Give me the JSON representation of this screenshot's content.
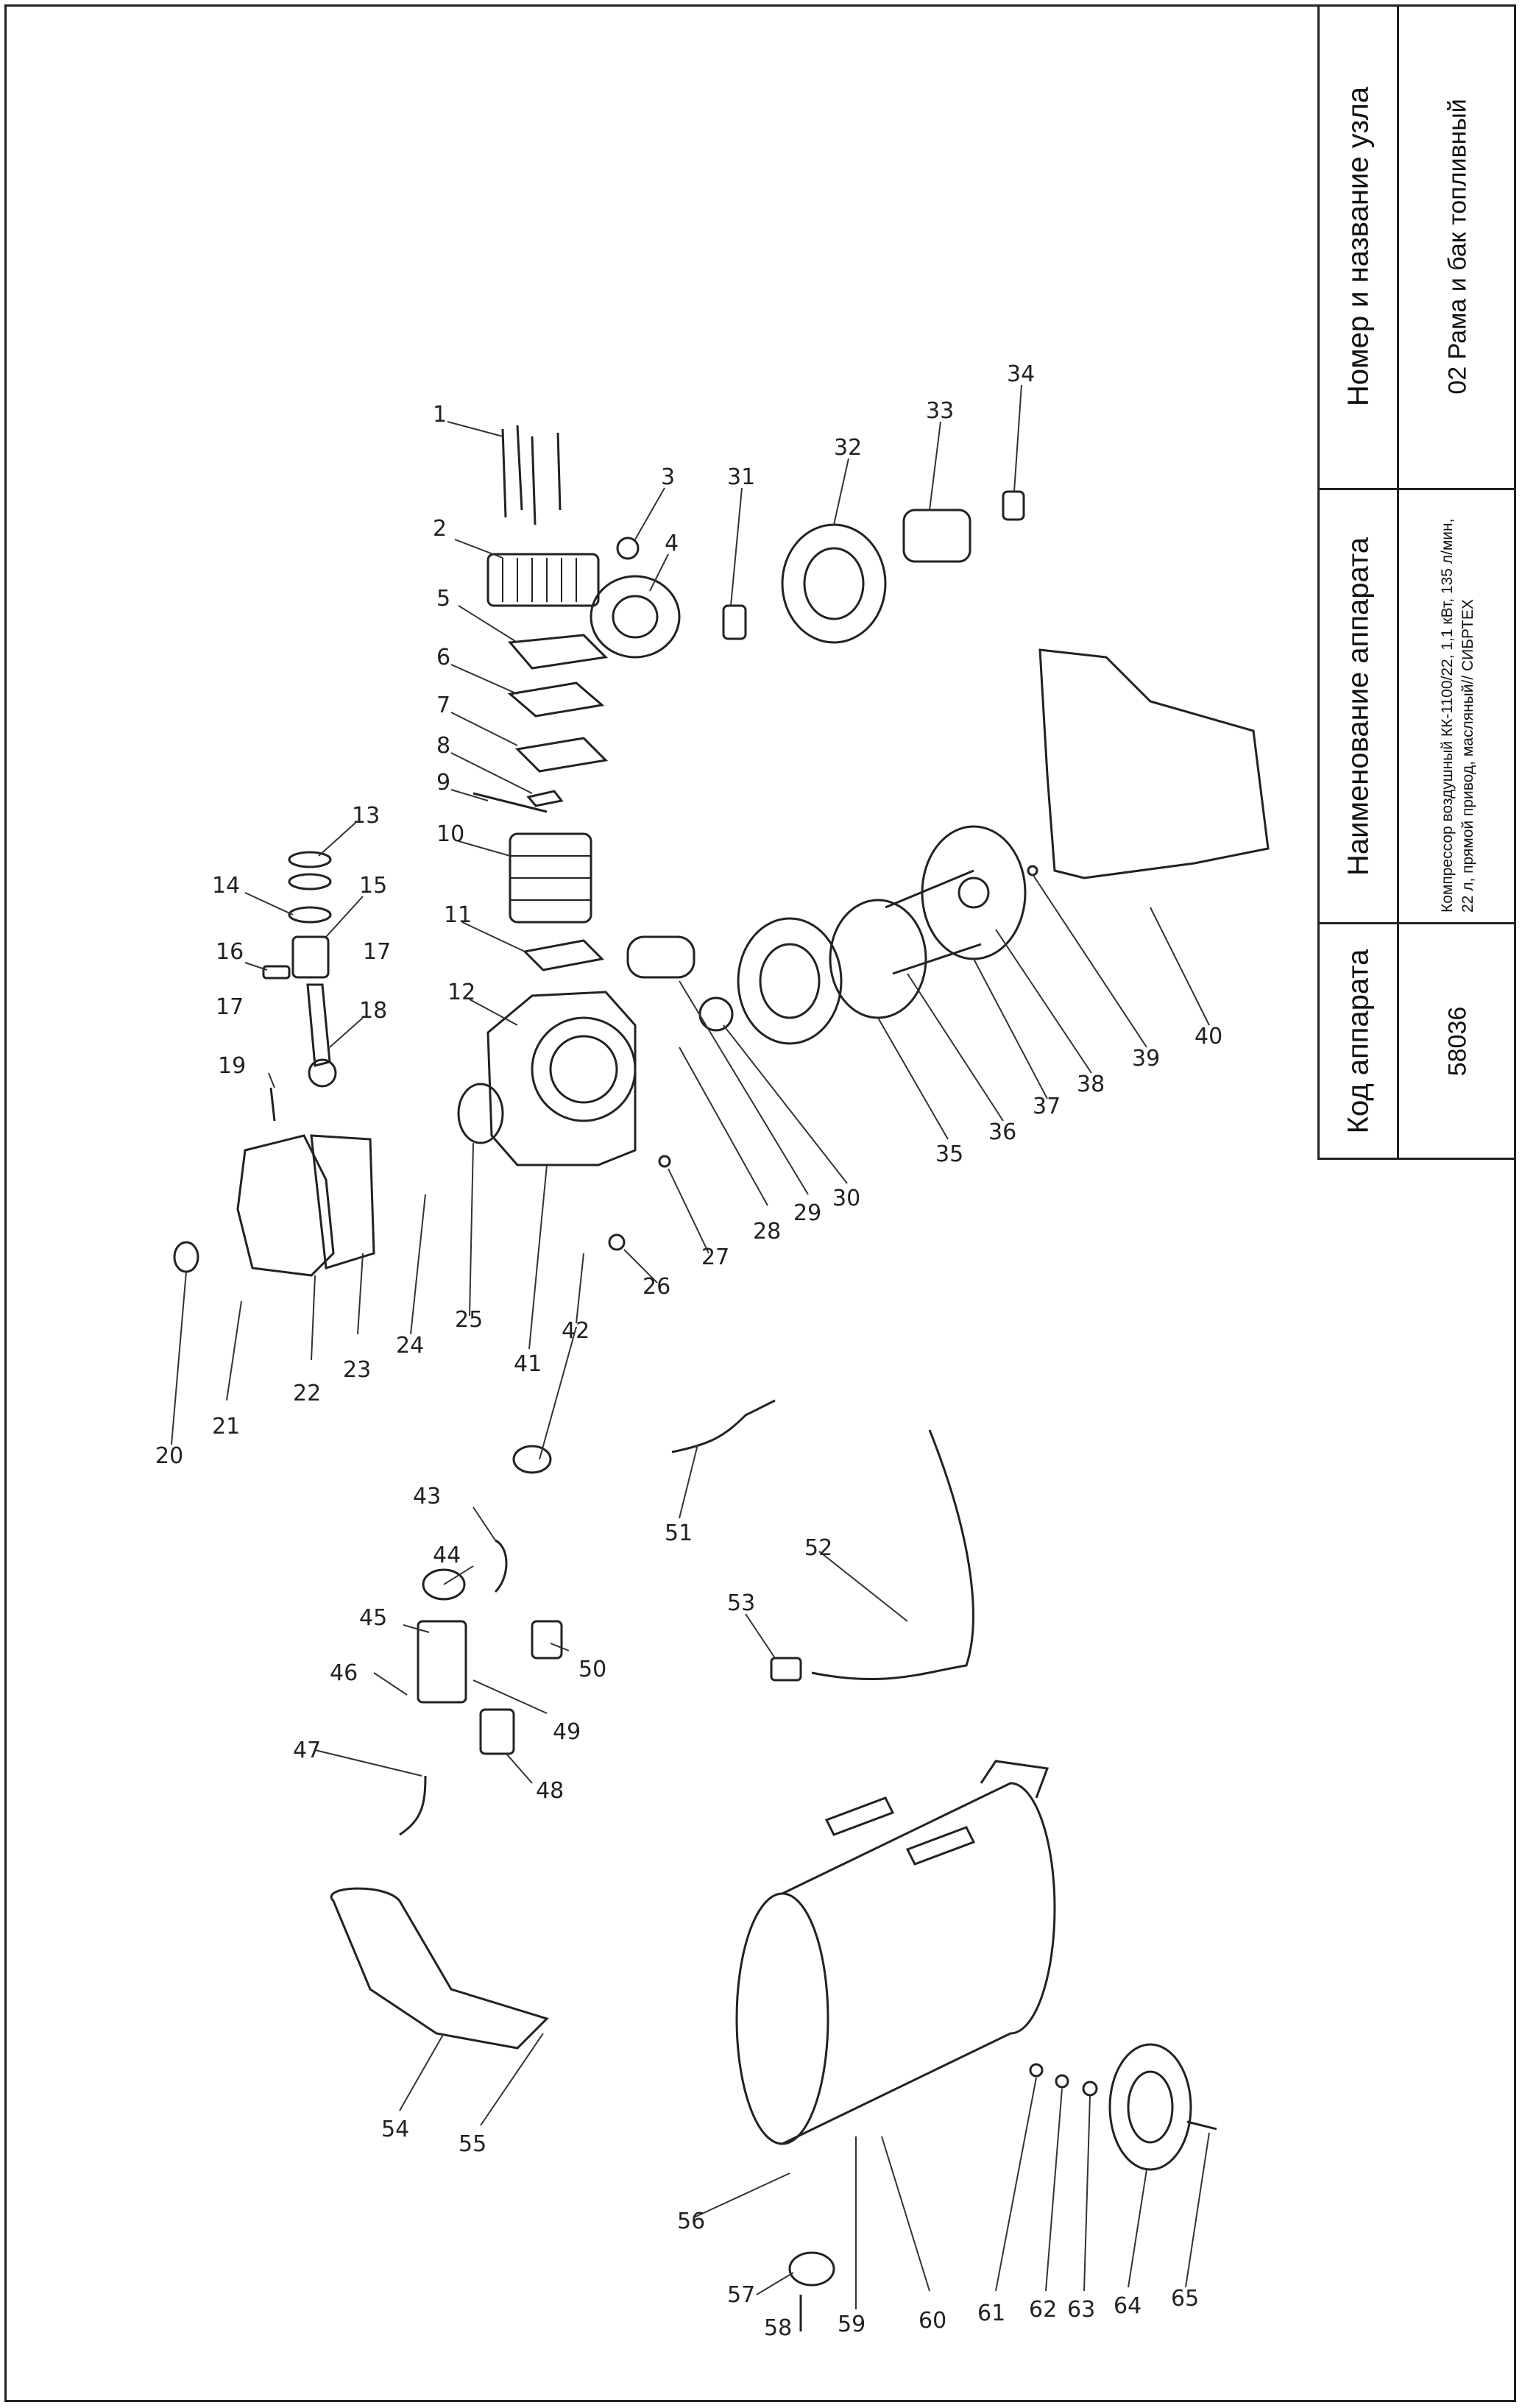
{
  "title_block": {
    "header_code": "Код аппарата",
    "header_name": "Наименование аппарата",
    "header_unit": "Номер и название узла",
    "code": "58036",
    "name": "Компрессор воздушный КК-1100/22, 1,1 кВт, 135 л/мин, 22 л, прямой привод, масляный// СИБРТЕХ",
    "unit": "02 Рама и бак топливный"
  },
  "parts": [
    {
      "id": "p1",
      "label": "1"
    },
    {
      "id": "p2",
      "label": "2"
    },
    {
      "id": "p3",
      "label": "3"
    },
    {
      "id": "p4",
      "label": "4"
    },
    {
      "id": "p5",
      "label": "5"
    },
    {
      "id": "p6",
      "label": "6"
    },
    {
      "id": "p7",
      "label": "7"
    },
    {
      "id": "p8",
      "label": "8"
    },
    {
      "id": "p9",
      "label": "9"
    },
    {
      "id": "p10",
      "label": "10"
    },
    {
      "id": "p11",
      "label": "11"
    },
    {
      "id": "p12",
      "label": "12"
    },
    {
      "id": "p13",
      "label": "13"
    },
    {
      "id": "p14",
      "label": "14"
    },
    {
      "id": "p15",
      "label": "15"
    },
    {
      "id": "p16",
      "label": "16"
    },
    {
      "id": "p17a",
      "label": "17"
    },
    {
      "id": "p17b",
      "label": "17"
    },
    {
      "id": "p18",
      "label": "18"
    },
    {
      "id": "p19",
      "label": "19"
    },
    {
      "id": "p20",
      "label": "20"
    },
    {
      "id": "p21",
      "label": "21"
    },
    {
      "id": "p22",
      "label": "22"
    },
    {
      "id": "p23",
      "label": "23"
    },
    {
      "id": "p24",
      "label": "24"
    },
    {
      "id": "p25",
      "label": "25"
    },
    {
      "id": "p26",
      "label": "26"
    },
    {
      "id": "p27",
      "label": "27"
    },
    {
      "id": "p28",
      "label": "28"
    },
    {
      "id": "p29",
      "label": "29"
    },
    {
      "id": "p30",
      "label": "30"
    },
    {
      "id": "p31",
      "label": "31"
    },
    {
      "id": "p32",
      "label": "32"
    },
    {
      "id": "p33",
      "label": "33"
    },
    {
      "id": "p34",
      "label": "34"
    },
    {
      "id": "p35",
      "label": "35"
    },
    {
      "id": "p36",
      "label": "36"
    },
    {
      "id": "p37",
      "label": "37"
    },
    {
      "id": "p38",
      "label": "38"
    },
    {
      "id": "p39",
      "label": "39"
    },
    {
      "id": "p40",
      "label": "40"
    },
    {
      "id": "p41",
      "label": "41"
    },
    {
      "id": "p42",
      "label": "42"
    },
    {
      "id": "p43",
      "label": "43"
    },
    {
      "id": "p44",
      "label": "44"
    },
    {
      "id": "p45",
      "label": "45"
    },
    {
      "id": "p46",
      "label": "46"
    },
    {
      "id": "p47",
      "label": "47"
    },
    {
      "id": "p48",
      "label": "48"
    },
    {
      "id": "p49",
      "label": "49"
    },
    {
      "id": "p50",
      "label": "50"
    },
    {
      "id": "p51",
      "label": "51"
    },
    {
      "id": "p52",
      "label": "52"
    },
    {
      "id": "p53",
      "label": "53"
    },
    {
      "id": "p54",
      "label": "54"
    },
    {
      "id": "p55",
      "label": "55"
    },
    {
      "id": "p56",
      "label": "56"
    },
    {
      "id": "p57",
      "label": "57"
    },
    {
      "id": "p58",
      "label": "58"
    },
    {
      "id": "p59",
      "label": "59"
    },
    {
      "id": "p60",
      "label": "60"
    },
    {
      "id": "p61",
      "label": "61"
    },
    {
      "id": "p62",
      "label": "62"
    },
    {
      "id": "p63",
      "label": "63"
    },
    {
      "id": "p64",
      "label": "64"
    },
    {
      "id": "p65",
      "label": "65"
    }
  ]
}
